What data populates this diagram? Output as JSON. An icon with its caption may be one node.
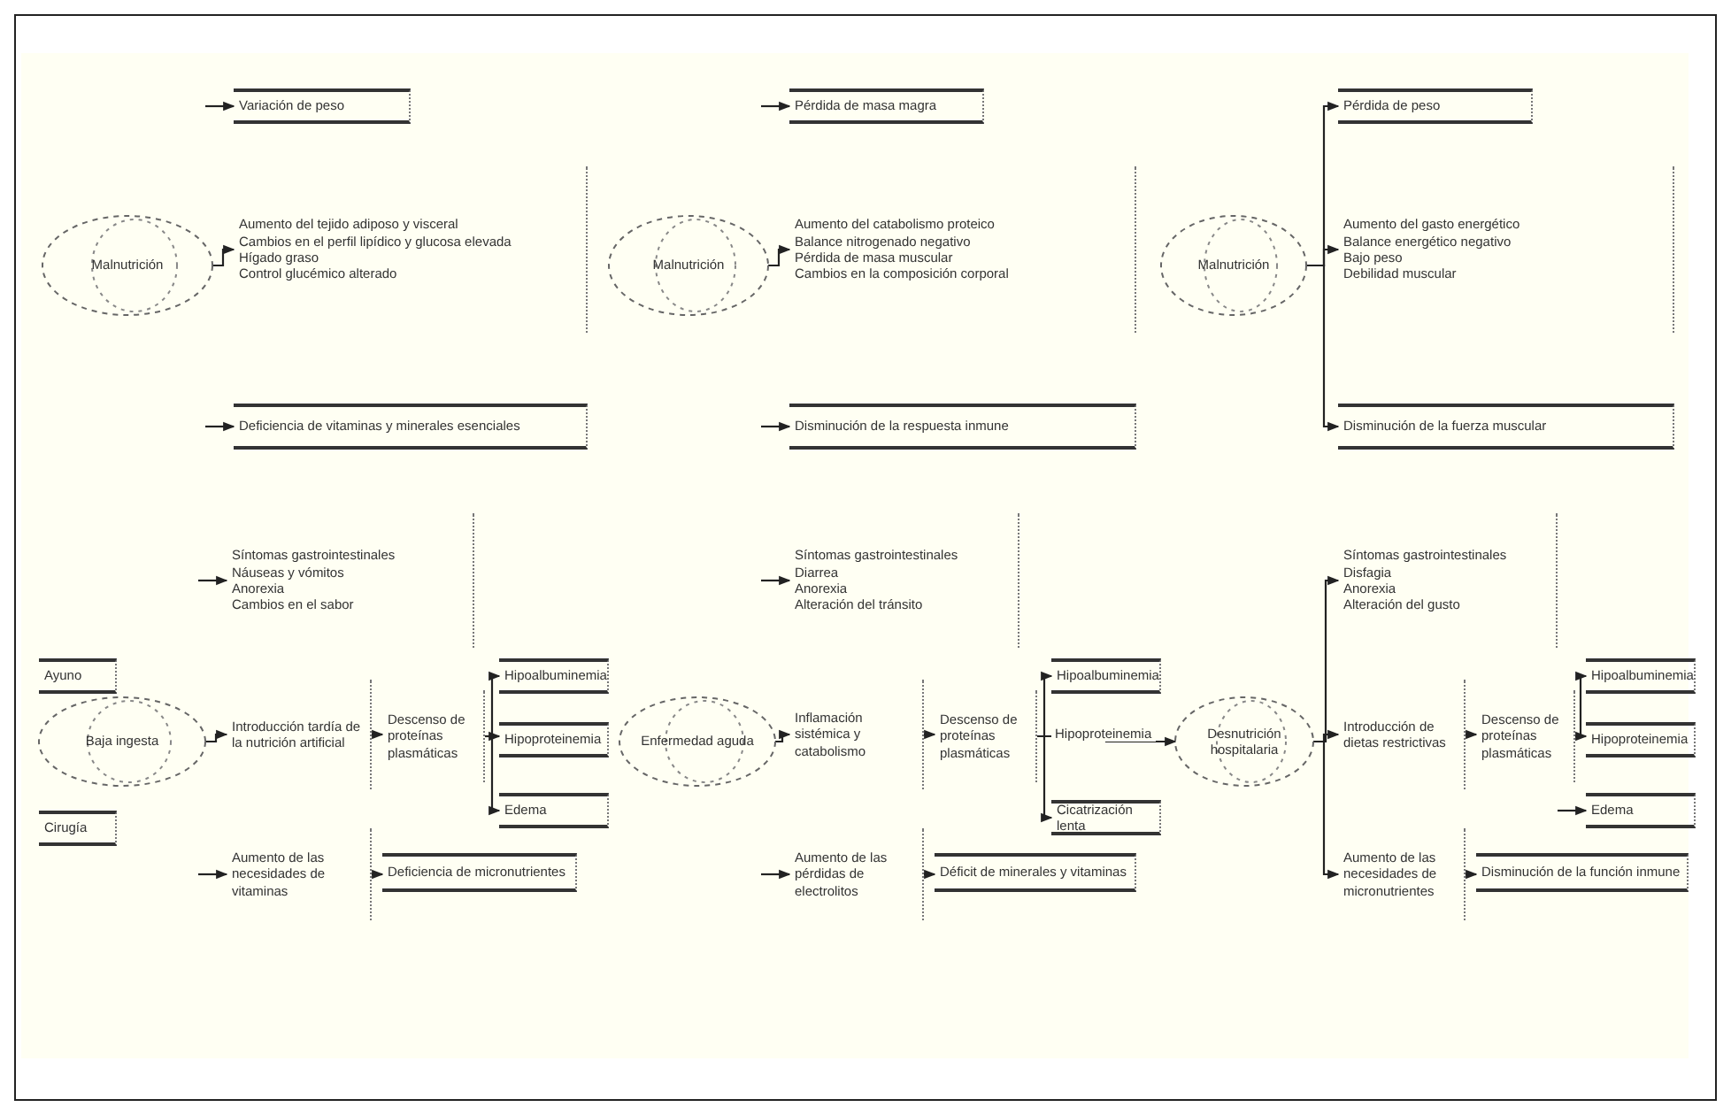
{
  "diagram": {
    "nodes": [
      {
        "text": [
          "Malnutrición"
        ]
      },
      {
        "text": [
          "Variación de peso"
        ]
      },
      {
        "text": [
          "Aumento del tejido adiposo y visceral",
          "Cambios en el perfil lipídico y glucosa elevada",
          "Hígado graso",
          "Control glucémico alterado"
        ]
      },
      {
        "text": [
          "Deficiencia de vitaminas y minerales esenciales"
        ]
      },
      {
        "text": [
          "Malnutrición"
        ]
      },
      {
        "text": [
          "Pérdida de masa magra"
        ]
      },
      {
        "text": [
          "Aumento del catabolismo proteico",
          "Balance nitrogenado negativo",
          "Pérdida de masa muscular",
          "Cambios en la composición corporal"
        ]
      },
      {
        "text": [
          "Disminución de la respuesta inmune"
        ]
      },
      {
        "text": [
          "Malnutrición"
        ]
      },
      {
        "text": [
          "Pérdida de peso"
        ]
      },
      {
        "text": [
          "Aumento del gasto energético",
          "Balance energético negativo",
          "Bajo peso",
          "Debilidad muscular"
        ]
      },
      {
        "text": [
          "Disminución de la fuerza muscular"
        ]
      },
      {
        "text": [
          "Ayuno"
        ]
      },
      {
        "text": [
          "Cirugía"
        ]
      },
      {
        "text": [
          "Baja ingesta"
        ]
      },
      {
        "text": [
          "Síntomas gastrointestinales",
          "Náuseas y vómitos",
          "Anorexia",
          "Cambios en el sabor"
        ]
      },
      {
        "text": [
          "Introducción tardía de la nutrición artificial"
        ]
      },
      {
        "text": [
          "Descenso de proteínas plasmáticas"
        ]
      },
      {
        "text": [
          "Hipoalbuminemia"
        ]
      },
      {
        "text": [
          "Hipoproteinemia"
        ]
      },
      {
        "text": [
          "Edema"
        ]
      },
      {
        "text": [
          "Aumento de las necesidades de vitaminas"
        ]
      },
      {
        "text": [
          "Deficiencia de micronutrientes"
        ]
      },
      {
        "text": [
          "Enfermedad aguda"
        ]
      },
      {
        "text": [
          "Síntomas gastrointestinales",
          "Diarrea",
          "Anorexia",
          "Alteración del tránsito"
        ]
      },
      {
        "text": [
          "Inflamación sistémica y catabolismo"
        ]
      },
      {
        "text": [
          "Descenso de proteínas plasmáticas"
        ]
      },
      {
        "text": [
          "Hipoalbuminemia"
        ]
      },
      {
        "text": [
          "Cicatrización lenta"
        ]
      },
      {
        "text": [
          "Aumento de las pérdidas de electrolitos"
        ]
      },
      {
        "text": [
          "Déficit de minerales y vitaminas"
        ]
      },
      {
        "text": [
          "Desnutrición hospitalaria"
        ]
      },
      {
        "text": [
          "Síntomas gastrointestinales",
          "Disfagia",
          "Anorexia",
          "Alteración del gusto"
        ]
      },
      {
        "text": [
          "Introducción de dietas restrictivas"
        ]
      },
      {
        "text": [
          "Descenso de proteínas plasmáticas"
        ]
      },
      {
        "text": [
          "Hipoalbuminemia"
        ]
      },
      {
        "text": [
          "Hipoproteinemia"
        ]
      },
      {
        "text": [
          "Edema"
        ]
      },
      {
        "text": [
          "Aumento de las necesidades de micronutrientes"
        ]
      },
      {
        "text": [
          "Disminución de la función inmune"
        ]
      }
    ],
    "edges": [
      {
        "from": null,
        "to": 1,
        "arrow": "to"
      },
      {
        "from": 0,
        "to": 2,
        "arrow": "to"
      },
      {
        "from": null,
        "to": 3,
        "arrow": "to"
      },
      {
        "from": null,
        "to": 5,
        "arrow": "to"
      },
      {
        "from": 4,
        "to": 6,
        "arrow": "to"
      },
      {
        "from": null,
        "to": 7,
        "arrow": "to"
      },
      {
        "from": 8,
        "to": 9,
        "arrow": "to"
      },
      {
        "from": 8,
        "to": 10,
        "arrow": "to"
      },
      {
        "from": 8,
        "to": 11,
        "arrow": "to"
      },
      {
        "from": null,
        "to": 15,
        "arrow": "to"
      },
      {
        "from": 14,
        "to": 16,
        "arrow": "to"
      },
      {
        "from": 16,
        "to": 17,
        "arrow": "to"
      },
      {
        "from": 17,
        "to": 18,
        "arrow": "to"
      },
      {
        "from": 17,
        "to": 19,
        "arrow": "to"
      },
      {
        "from": 17,
        "to": 20,
        "arrow": "to"
      },
      {
        "from": null,
        "to": 21,
        "arrow": "to"
      },
      {
        "from": 21,
        "to": 22,
        "arrow": "to"
      },
      {
        "from": null,
        "to": 24,
        "arrow": "to"
      },
      {
        "from": 23,
        "to": 25,
        "arrow": "to"
      },
      {
        "from": 25,
        "to": 26,
        "arrow": "to"
      },
      {
        "from": 26,
        "to": 27,
        "arrow": "to"
      },
      {
        "from": 26,
        "to": 31,
        "label": "Hipoproteinemia",
        "arrow": "to"
      },
      {
        "from": 26,
        "to": 28,
        "arrow": "to"
      },
      {
        "from": null,
        "to": 29,
        "arrow": "to"
      },
      {
        "from": 29,
        "to": 30,
        "arrow": "to"
      },
      {
        "from": 31,
        "to": 32,
        "arrow": "to"
      },
      {
        "from": 31,
        "to": 33,
        "arrow": "to"
      },
      {
        "from": 31,
        "to": 38,
        "arrow": "to"
      },
      {
        "from": 33,
        "to": 34,
        "arrow": "to"
      },
      {
        "from": 34,
        "to": 35,
        "arrow": "to"
      },
      {
        "from": 34,
        "to": 36,
        "arrow": "to"
      },
      {
        "from": null,
        "to": 37,
        "arrow": "to"
      },
      {
        "from": 38,
        "to": 39,
        "arrow": "to"
      }
    ]
  }
}
